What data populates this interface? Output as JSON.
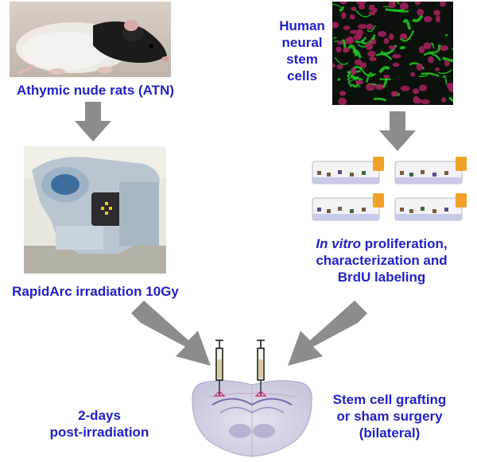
{
  "labels": {
    "rats": "Athymic nude rats (ATN)",
    "irradiation": "RapidArc irradiation 10Gy",
    "hnsc_line1": "Human",
    "hnsc_line2": "neural",
    "hnsc_line3": "stem",
    "hnsc_line4": "cells",
    "invitro_italic": "In vitro",
    "invitro_line1_rest": " proliferation,",
    "invitro_line2": "characterization and",
    "invitro_line3": "BrdU labeling",
    "days_line1": "2-days",
    "days_line2": "post-irradiation",
    "graft_line1": "Stem cell grafting",
    "graft_line2": "or sham surgery",
    "graft_line3": "(bilateral)"
  },
  "colors": {
    "label_text": "#2222c8",
    "arrow": "#8c8c8c",
    "cells_green": "#22cc22",
    "cells_magenta": "#a0205a"
  },
  "icons": {
    "rat_photo": "rat-photo",
    "linac_photo": "linear-accelerator-photo",
    "cells_photo": "fluorescent-cells-photo",
    "flasks": "culture-flask-icon",
    "brain": "coronal-brain-section",
    "syringe": "syringe-icon"
  }
}
